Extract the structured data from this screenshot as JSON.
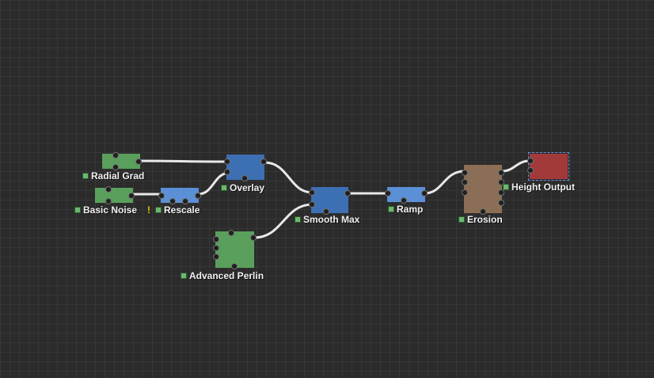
{
  "nodes": {
    "radial_grad": {
      "label": "Radial Grad"
    },
    "basic_noise": {
      "label": "Basic Noise"
    },
    "rescale": {
      "label": "Rescale",
      "warning": "!"
    },
    "overlay": {
      "label": "Overlay"
    },
    "advanced_perlin": {
      "label": "Advanced Perlin"
    },
    "smooth_max": {
      "label": "Smooth Max"
    },
    "ramp": {
      "label": "Ramp"
    },
    "erosion": {
      "label": "Erosion"
    },
    "height_output": {
      "label": "Height Output"
    }
  },
  "colors": {
    "generator": "#5a9f5c",
    "modifier": "#5b8fd6",
    "combiner": "#3d6fb3",
    "simulation": "#8a6e55",
    "output": "#a33a3a",
    "wire": "#e8e8e8",
    "background": "#2b2b2b"
  }
}
